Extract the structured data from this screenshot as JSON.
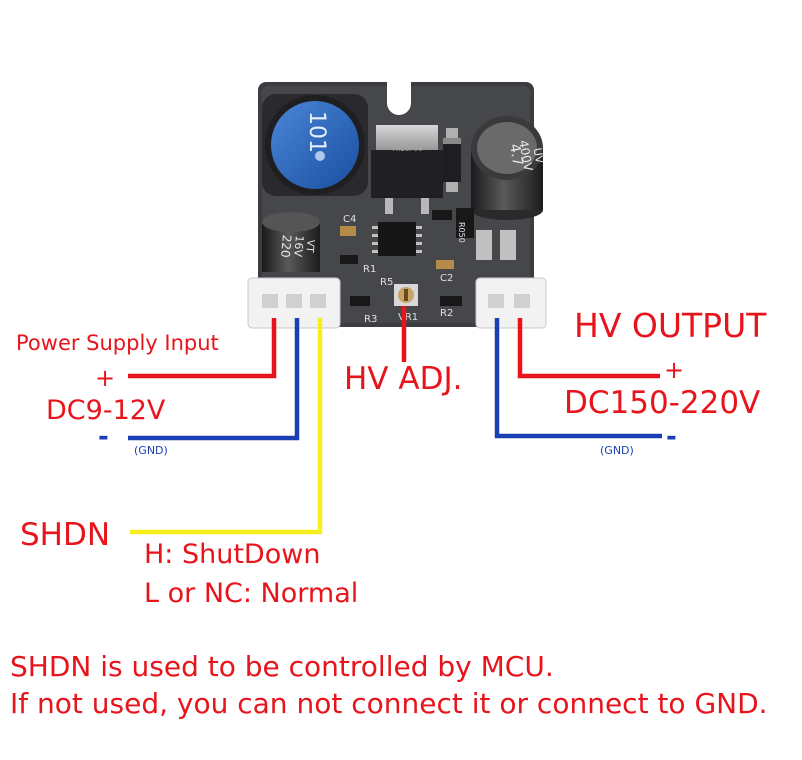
{
  "board": {
    "inductor_marking": "101",
    "cap_in_marking": [
      "220",
      "16V",
      "VT"
    ],
    "cap_out_marking": [
      "4.7",
      "400V",
      "UV"
    ],
    "silkscreen": [
      "C4",
      "C2",
      "R5",
      "R1",
      "R3",
      "R2",
      "VR1",
      "R050"
    ]
  },
  "labels": {
    "power_supply_input": "Power Supply Input",
    "plus_in": "+",
    "dc_in": "DC9-12V",
    "minus_in": "-",
    "gnd_in": "(GND)",
    "hv_adj": "HV ADJ.",
    "hv_output": "HV OUTPUT",
    "plus_out": "+",
    "dc_out": "DC150-220V",
    "minus_out": "-",
    "gnd_out": "(GND)",
    "shdn": "SHDN",
    "shdn_high": "H:  ShutDown",
    "shdn_low": "L or NC: Normal"
  },
  "notes": {
    "line1": "SHDN is used to be controlled by MCU.",
    "line2": "If not used, you can not connect it or connect to GND."
  },
  "colors": {
    "pcb": "#3b3d40",
    "text_red": "#e8141c",
    "wire_red": "#e8141c",
    "wire_blue": "#1a3fb4",
    "wire_yellow": "#f6ee1e"
  }
}
